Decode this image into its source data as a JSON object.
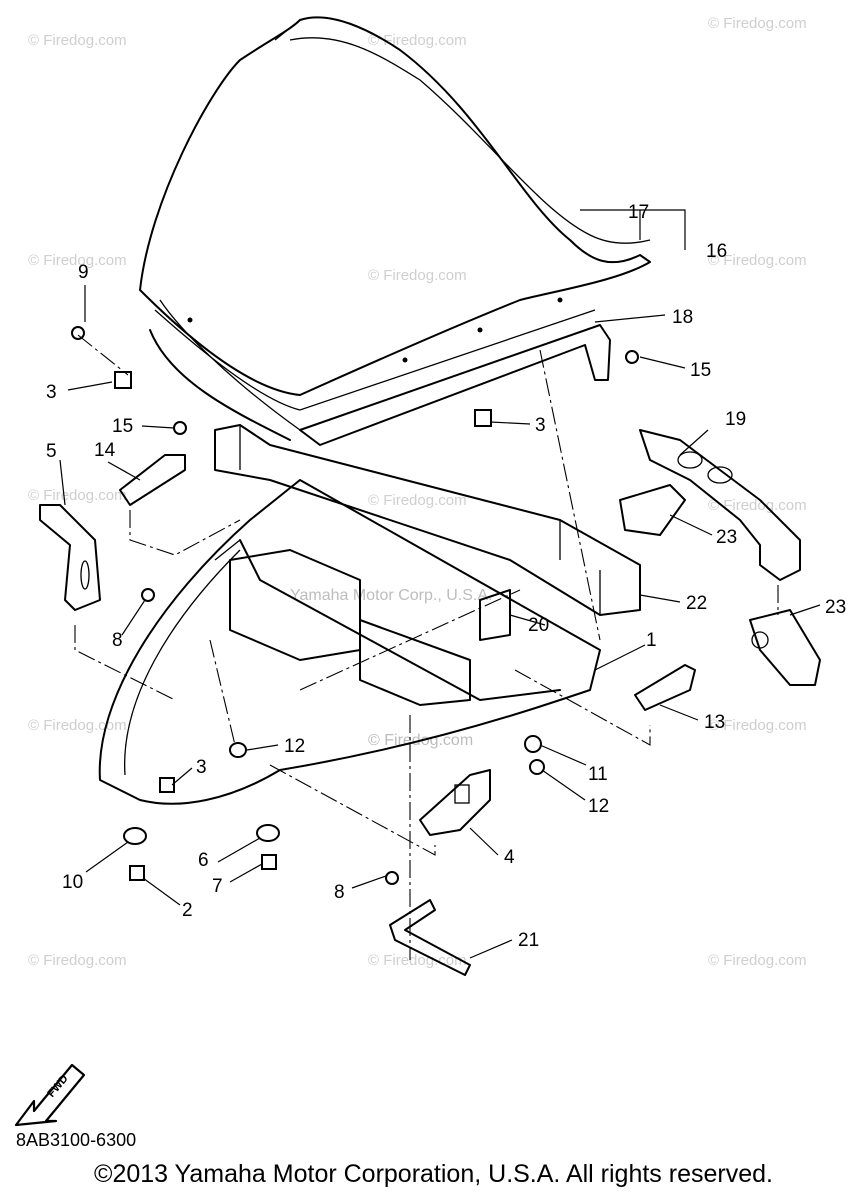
{
  "watermarks": [
    "© Firedog.com",
    "© Firedog.com",
    "© Firedog.com",
    "© Firedog.com",
    "© Firedog.com",
    "© Firedog.com",
    "© Firedog.com",
    "© Firedog.com",
    "© Firedog.com",
    "© Firedog.com",
    "© Firedog.com",
    "© Firedog.com",
    "© Firedog.com",
    "© Firedog.com",
    "© Firedog.com"
  ],
  "center_watermark": "Yamaha Motor Corp., U.S.A.",
  "callouts": [
    "17",
    "16",
    "9",
    "18",
    "15",
    "3",
    "3",
    "15",
    "14",
    "19",
    "5",
    "23",
    "22",
    "8",
    "20",
    "23",
    "1",
    "13",
    "12",
    "3",
    "11",
    "12",
    "10",
    "6",
    "4",
    "2",
    "7",
    "8",
    "21"
  ],
  "fwd_label": "FWD",
  "part_code": "8AB3100-6300",
  "copyright": "©2013 Yamaha Motor Corporation, U.S.A. All rights reserved."
}
